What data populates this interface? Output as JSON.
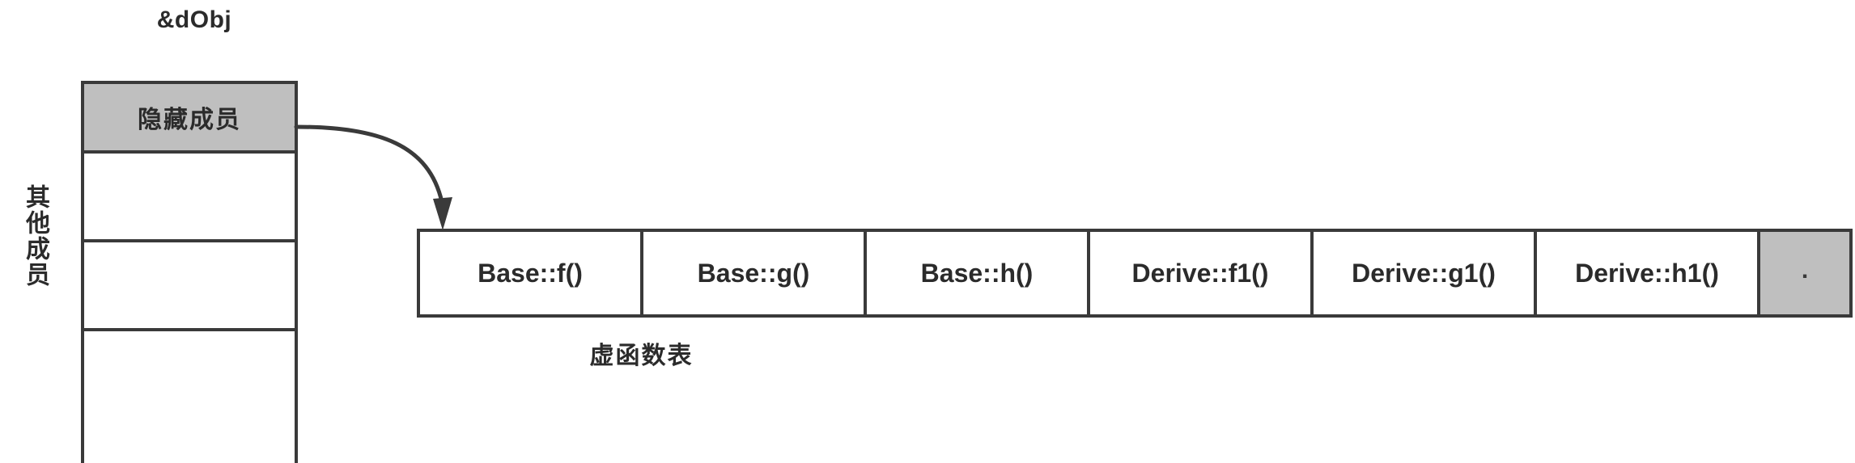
{
  "diagram": {
    "object": {
      "pointer_label": "&dObj",
      "vertical_label": "其他成员",
      "rows": [
        {
          "label": "隐藏成员",
          "filled": true
        },
        {
          "label": "",
          "filled": false
        },
        {
          "label": "",
          "filled": false
        },
        {
          "label": "",
          "filled": false
        }
      ]
    },
    "vtable": {
      "caption": "虚函数表",
      "entries": [
        {
          "label": "Base::f()"
        },
        {
          "label": "Base::g()"
        },
        {
          "label": "Base::h()"
        },
        {
          "label": "Derive::f1()"
        },
        {
          "label": "Derive::g1()"
        },
        {
          "label": "Derive::h1()"
        },
        {
          "label": "."
        }
      ]
    },
    "connector": {
      "name": "vptr-to-vtable-arrow",
      "from": "隐藏成员",
      "to": "Base::f()"
    },
    "colors": {
      "stroke": "#3a3a3a",
      "fill_gray": "#bfbfbf",
      "fill_white": "#ffffff",
      "text": "#2b2b2b",
      "background": "#ffffff"
    }
  }
}
